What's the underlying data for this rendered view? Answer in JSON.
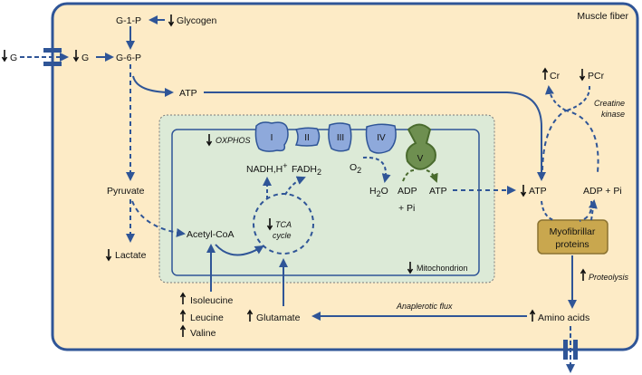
{
  "colors": {
    "fiber_fill": "#FDEBC6",
    "fiber_border": "#2F5597",
    "mito_fill": "#DCEAD7",
    "mito_border": "#7A7A7A",
    "arrow": "#2F5597",
    "complex_fill": "#8EA9DB",
    "complex_v_fill": "#6E8F50",
    "myofibril_fill": "#C9A74E",
    "myofibril_border": "#8A7230"
  },
  "labels": {
    "muscle_fiber": "Muscle fiber",
    "glucose_out": "G",
    "glucose_in": "G",
    "g1p": "G-1-P",
    "glycogen": "Glycogen",
    "g6p": "G-6-P",
    "atp_glycolysis": "ATP",
    "pyruvate": "Pyruvate",
    "lactate": "Lactate",
    "acetyl_coa": "Acetyl-CoA",
    "oxphos": "OXPHOS",
    "nadh": "NADH,H",
    "nadh_sup": "+",
    "fadh": "FADH",
    "fadh_sub": "2",
    "o2": "O",
    "o2_sub": "2",
    "h2o_h": "H",
    "h2o_sub": "2",
    "h2o_o": "O",
    "adp_mito": "ADP",
    "pi_mito": "+ Pi",
    "atp_mito": "ATP",
    "tca_1": "TCA",
    "tca_2": "cycle",
    "mitochondrion": "Mitochondrion",
    "complex_1": "I",
    "complex_2": "II",
    "complex_3": "III",
    "complex_4": "IV",
    "complex_5": "V",
    "atp_cell": "ATP",
    "cr": "Cr",
    "pcr": "PCr",
    "creatine_1": "Creatine",
    "creatine_2": "kinase",
    "adp_pi": "ADP + Pi",
    "myofibril_1": "Myofibrillar",
    "myofibril_2": "proteins",
    "proteolysis": "Proteolysis",
    "amino_acids": "Amino acids",
    "anaplerotic": "Anaplerotic flux",
    "glutamate": "Glutamate",
    "isoleucine": "Isoleucine",
    "leucine": "Leucine",
    "valine": "Valine"
  }
}
